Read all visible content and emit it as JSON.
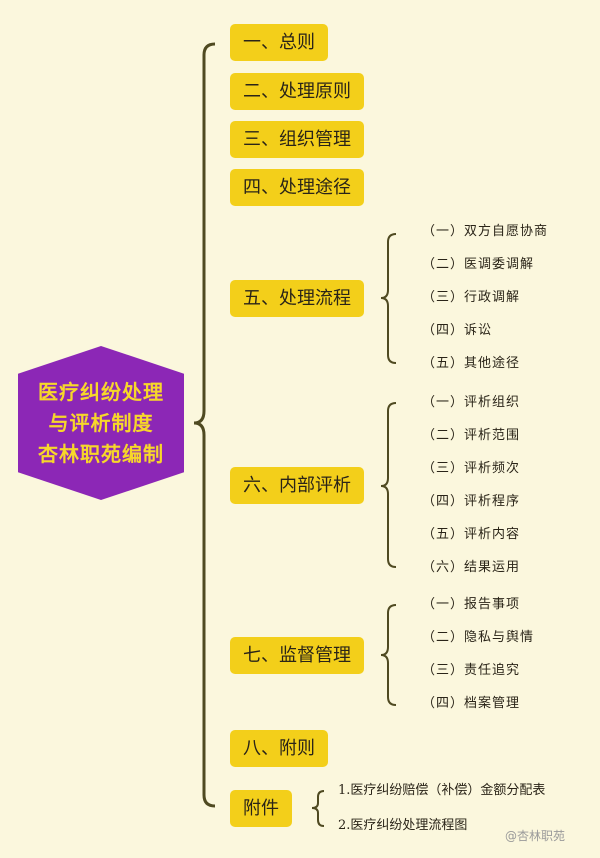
{
  "root": {
    "lines": [
      "医疗纠纷处理",
      "与评析制度",
      "杏林职苑编制"
    ]
  },
  "sections": [
    {
      "label": "一、总则"
    },
    {
      "label": "二、处理原则"
    },
    {
      "label": "三、组织管理"
    },
    {
      "label": "四、处理途径"
    },
    {
      "label": "五、处理流程",
      "items": [
        "（一）双方自愿协商",
        "（二）医调委调解",
        "（三）行政调解",
        "（四）诉讼",
        "（五）其他途径"
      ]
    },
    {
      "label": "六、内部评析",
      "items": [
        "（一）评析组织",
        "（二）评析范围",
        "（三）评析频次",
        "（四）评析程序",
        "（五）评析内容",
        "（六）结果运用"
      ]
    },
    {
      "label": "七、监督管理",
      "items": [
        "（一）报告事项",
        "（二）隐私与舆情",
        "（三）责任追究",
        "（四）档案管理"
      ]
    },
    {
      "label": "八、附则"
    },
    {
      "label": "附件",
      "items": [
        "1.医疗纠纷赔偿（补偿）金额分配表",
        "2.医疗纠纷处理流程图"
      ]
    }
  ],
  "watermark": "@杏林职苑",
  "colors": {
    "background": "#fbf7dd",
    "node_fill": "#f3cf1a",
    "root_fill": "#8c27b6",
    "root_text": "#f7d72a",
    "bracket": "#4f4a21"
  }
}
